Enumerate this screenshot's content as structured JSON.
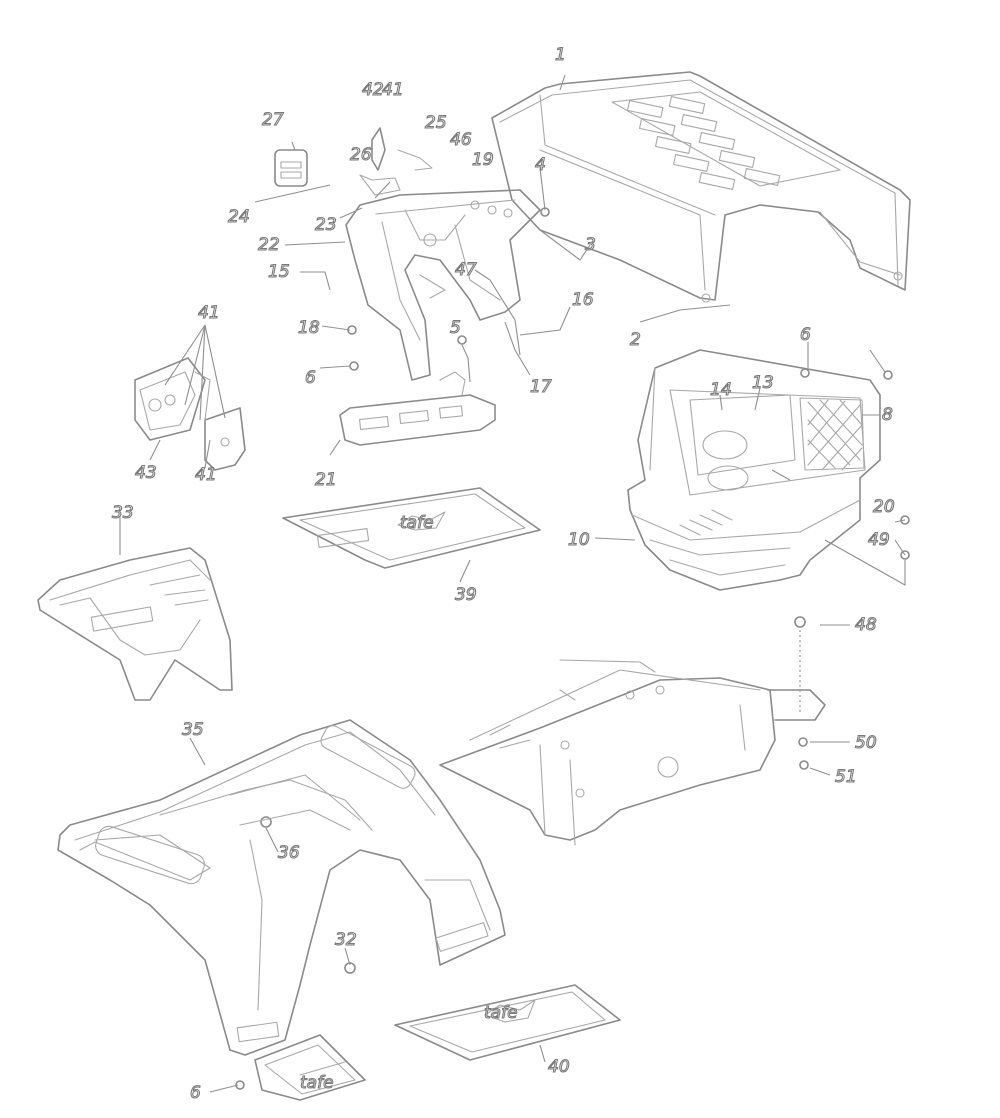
{
  "callouts": [
    "1",
    "42",
    "41",
    "27",
    "25",
    "46",
    "19",
    "26",
    "4",
    "24",
    "23",
    "22",
    "3",
    "15",
    "47",
    "16",
    "18",
    "2",
    "5",
    "6",
    "14",
    "13",
    "6",
    "8",
    "41",
    "43",
    "41",
    "17",
    "21",
    "20",
    "49",
    "10",
    "33",
    "39",
    "48",
    "35",
    "50",
    "51",
    "36",
    "32",
    "40",
    "6"
  ],
  "logo_text": [
    "tafe",
    "tafe",
    "tafe"
  ]
}
